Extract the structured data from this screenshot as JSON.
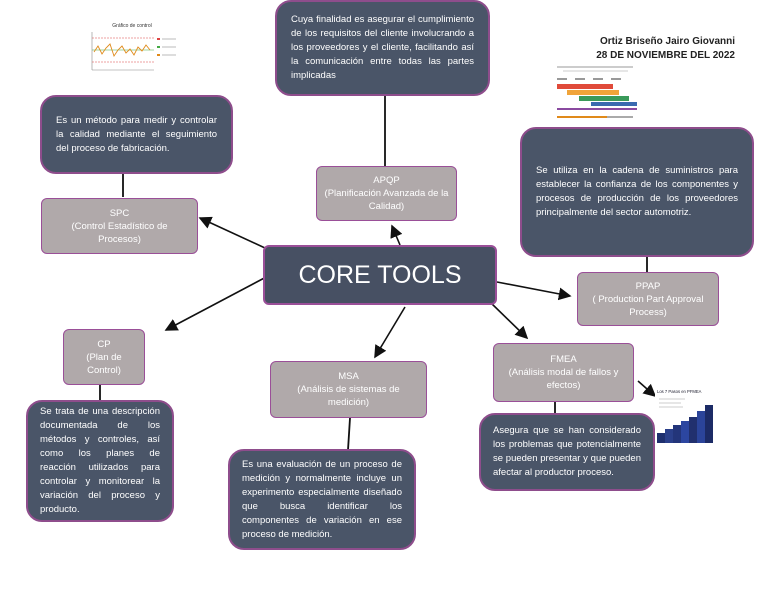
{
  "author": {
    "name": "Ortiz Briseño Jairo Giovanni",
    "date": "28 DE NOVIEMBRE DEL 2022"
  },
  "center": {
    "title": "CORE TOOLS"
  },
  "nodes": {
    "spc": {
      "line1": "SPC",
      "line2": "(Control Estadístico de Procesos)"
    },
    "apqp": {
      "line1": "APQP",
      "line2": "(Planificación Avanzada de la Calidad)"
    },
    "ppap": {
      "line1": "PPAP",
      "line2": "( Production Part Approval Process)"
    },
    "cp": {
      "line1": "CP",
      "line2": "(Plan de Control)"
    },
    "msa": {
      "line1": "MSA",
      "line2": "(Análisis de sistemas de medición)"
    },
    "fmea": {
      "line1": "FMEA",
      "line2": "(Análisis modal de fallos y efectos)"
    }
  },
  "descriptions": {
    "spc": "Es un método para medir y controlar la calidad mediante el seguimiento del proceso de fabricación.",
    "apqp": "Cuya finalidad es asegurar el cumplimiento de los requisitos del cliente involucrando a los proveedores y el cliente, facilitando así la comunicación entre todas las partes implicadas",
    "ppap": "Se utiliza en la cadena de suministros para establecer la confianza de los componentes y procesos de producción de los proveedores principalmente del sector automotriz.",
    "cp": "Se trata de una descripción documentada de los métodos y controles, así como los planes de reacción utilizados para controlar y monitorear la variación del proceso y producto.",
    "msa": "Es una evaluación de un proceso de medición y normalmente incluye un experimento especialmente diseñado que busca identificar los componentes de variación en ese proceso de medición.",
    "fmea": "Asegura que se han considerado los problemas que potencialmente se pueden presentar y que pueden afectar al productor proceso."
  },
  "thumbnails": {
    "spc_chart_title": "Gráfico de control",
    "fmea_image_title": "Los 7 Pasos en PFMEA"
  },
  "colors": {
    "dark_box": "#4a5568",
    "grey_box": "#b0a9aa",
    "border": "#9a4f98",
    "arrow": "#111111"
  }
}
